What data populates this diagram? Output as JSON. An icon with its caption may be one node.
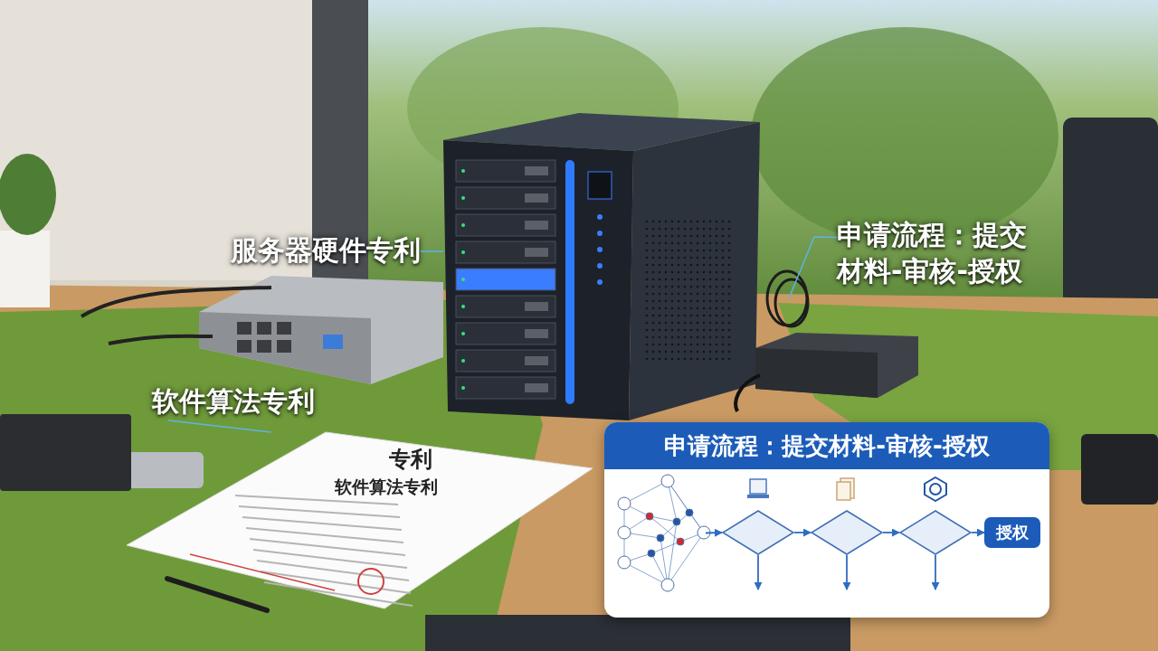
{
  "diagram": {
    "nodes": [
      {
        "text": [
          "服务器硬件专利"
        ]
      },
      {
        "text": [],
        "shape": "picture"
      },
      {
        "text": [
          "软件算法专利"
        ]
      },
      {
        "text": [],
        "shape": "picture"
      },
      {
        "text": [
          "申请流程：提交材料-审核-授权"
        ]
      },
      {
        "text": [],
        "shape": "picture"
      },
      {
        "text": [
          "申请流程：提交材料-审核-授权"
        ]
      },
      {
        "text": [],
        "shape": "picture",
        "in": 6
      },
      {
        "text": [],
        "shape": "diamond",
        "in": 6
      },
      {
        "text": [],
        "shape": "diamond",
        "in": 6
      },
      {
        "text": [],
        "shape": "diamond",
        "in": 6
      },
      {
        "text": [
          "授权"
        ],
        "in": 6
      }
    ],
    "edges": [
      {
        "from": 0,
        "to": 1,
        "arrow": "none"
      },
      {
        "from": 2,
        "to": 3,
        "arrow": "none"
      },
      {
        "from": 4,
        "to": 5,
        "arrow": "none"
      },
      {
        "from": 7,
        "to": 8,
        "arrow": "to"
      },
      {
        "from": 8,
        "to": 9,
        "arrow": "to"
      },
      {
        "from": 9,
        "to": 10,
        "arrow": "to"
      },
      {
        "from": 10,
        "to": 11,
        "arrow": "to"
      },
      {
        "from": 8,
        "to": null,
        "arrow": "to"
      },
      {
        "from": 9,
        "to": null,
        "arrow": "to"
      },
      {
        "from": 10,
        "to": null,
        "arrow": "to"
      }
    ],
    "labels": [
      "专利",
      "软件算法专利"
    ]
  }
}
